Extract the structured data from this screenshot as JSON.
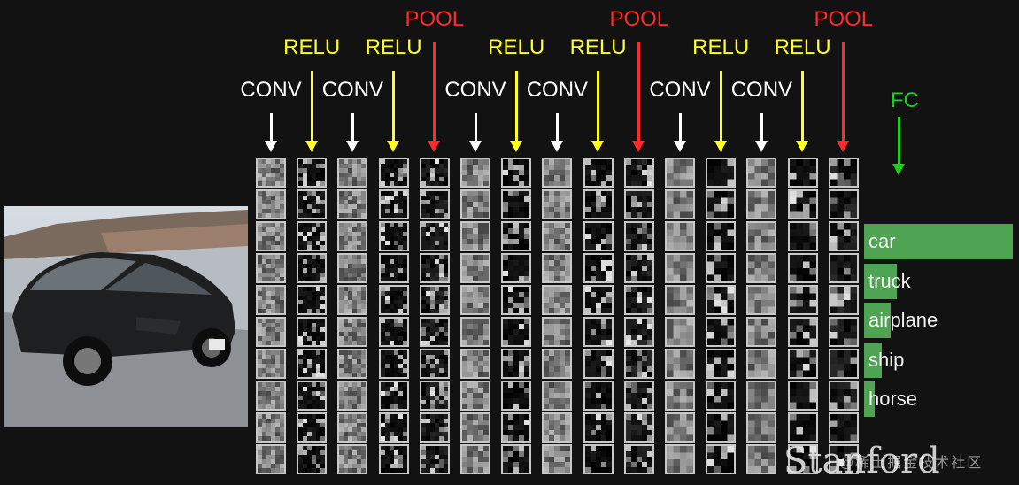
{
  "layers": [
    {
      "type": "CONV",
      "color": "#ffffff"
    },
    {
      "type": "RELU",
      "color": "#ffff22"
    },
    {
      "type": "CONV",
      "color": "#ffffff"
    },
    {
      "type": "RELU",
      "color": "#ffff22"
    },
    {
      "type": "POOL",
      "color": "#ff2a2a"
    },
    {
      "type": "CONV",
      "color": "#ffffff"
    },
    {
      "type": "RELU",
      "color": "#ffff22"
    },
    {
      "type": "CONV",
      "color": "#ffffff"
    },
    {
      "type": "RELU",
      "color": "#ffff22"
    },
    {
      "type": "POOL",
      "color": "#ff2a2a"
    },
    {
      "type": "CONV",
      "color": "#ffffff"
    },
    {
      "type": "RELU",
      "color": "#ffff22"
    },
    {
      "type": "CONV",
      "color": "#ffffff"
    },
    {
      "type": "RELU",
      "color": "#ffff22"
    },
    {
      "type": "POOL",
      "color": "#ff2a2a"
    }
  ],
  "fc": {
    "label": "FC",
    "color": "#22cc22"
  },
  "predictions": [
    {
      "class": "car",
      "score": 1.0
    },
    {
      "class": "truck",
      "score": 0.22
    },
    {
      "class": "airplane",
      "score": 0.18
    },
    {
      "class": "ship",
      "score": 0.12
    },
    {
      "class": "horse",
      "score": 0.07
    }
  ],
  "bar_color": "#4ea452",
  "watermark": {
    "stanford": "Stanford",
    "cn": "@稀土掘金技术社区"
  }
}
